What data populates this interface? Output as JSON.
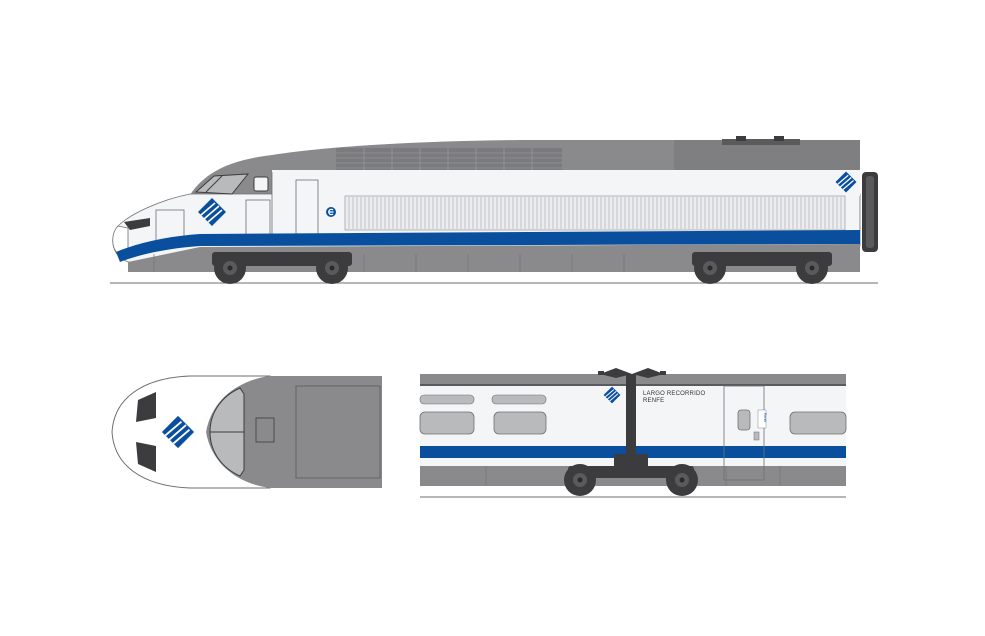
{
  "colors": {
    "body_white": "#f4f5f7",
    "roof_gray": "#8a8a8c",
    "dark_gray": "#5a5a5c",
    "bogie_dark": "#3c3c3e",
    "stripe_blue": "#0a4f9e",
    "window_gray": "#b9babc",
    "line_gray": "#6f6f72",
    "background": "#ffffff"
  },
  "icons": [
    "renfe-logo-icon",
    "ave-e-emblem-icon",
    "pantograph-icon"
  ],
  "car_livery": {
    "line1": "LARGO RECORRIDO",
    "line2": "RENFE"
  },
  "door_placard": "Renfe"
}
